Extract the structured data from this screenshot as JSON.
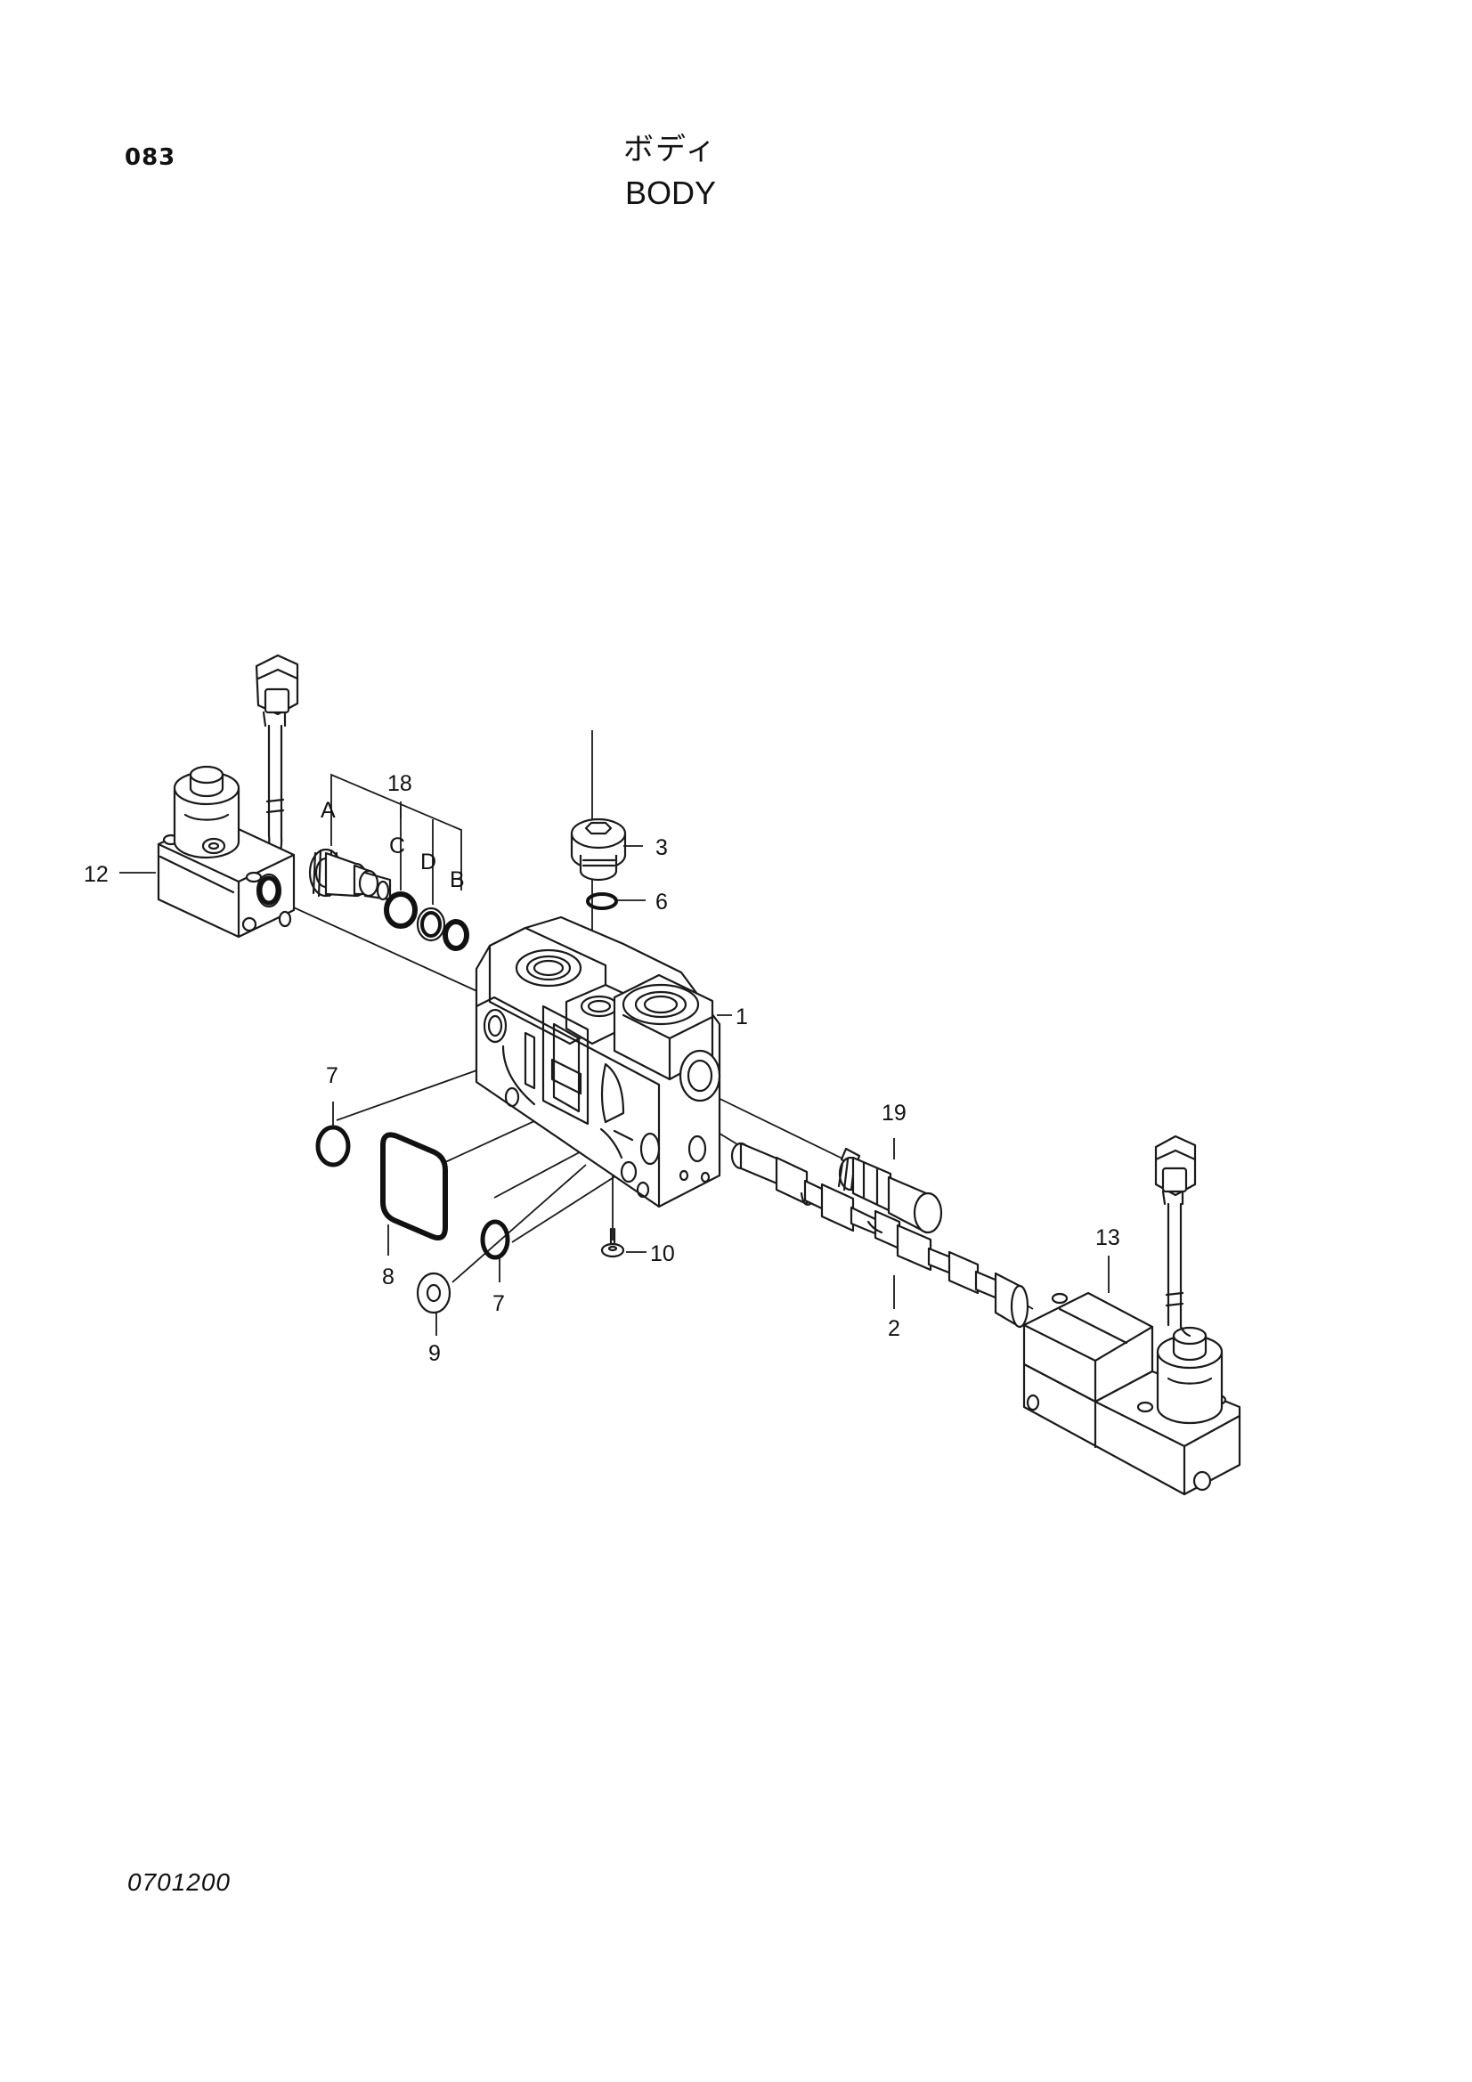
{
  "header": {
    "page_number": "083",
    "title_jp": "ボディ",
    "title_en": "BODY"
  },
  "footer": {
    "doc_code": "0701200"
  },
  "callouts": {
    "c1": "1",
    "c2": "2",
    "c3": "3",
    "c6": "6",
    "c7a": "7",
    "c7b": "7",
    "c8": "8",
    "c9": "9",
    "c10": "10",
    "c12": "12",
    "c13": "13",
    "c18": "18",
    "c19": "19",
    "sub_a": "A",
    "sub_b": "B",
    "sub_c": "C",
    "sub_d": "D"
  }
}
